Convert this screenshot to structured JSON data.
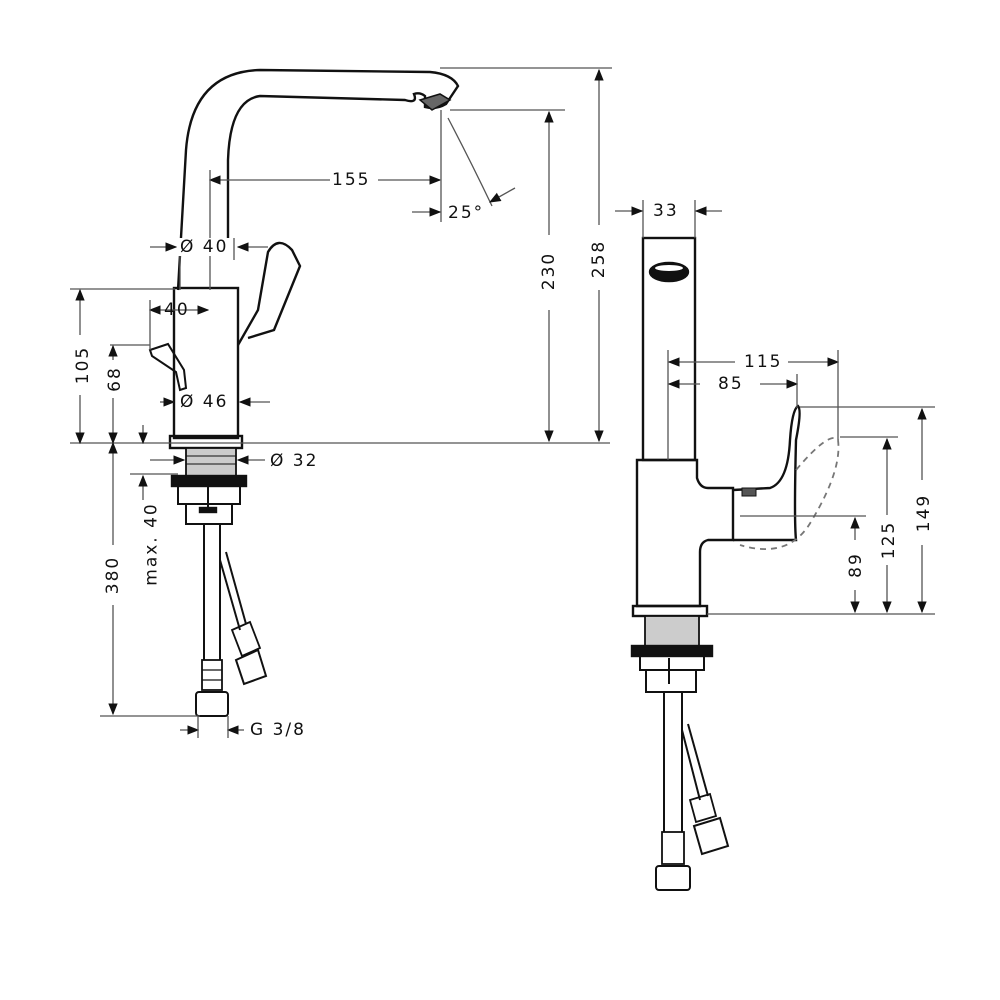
{
  "diagram": {
    "type": "technical-dimension-drawing",
    "subject": "single-lever basin mixer tap",
    "views": [
      "side-view",
      "front-view"
    ],
    "colors": {
      "line": "#111111",
      "dim_line": "#555555",
      "background": "#ffffff",
      "pipe_fill": "#bbbbbb"
    }
  },
  "side_view": {
    "dims": {
      "spout_reach": "155",
      "spray_angle": "25°",
      "spout_dia": "Ø 40",
      "body_offset": "40",
      "lever_height": "68",
      "body_height": "105",
      "body_dia": "Ø 46",
      "shank_dia": "Ø 32",
      "max_deck": "max. 40",
      "hose_length": "380",
      "hose_thread": "G 3/8",
      "spout_height": "230",
      "total_height": "258"
    }
  },
  "front_view": {
    "dims": {
      "spout_width": "33",
      "lever_reach_max": "115",
      "lever_reach": "85",
      "lever_height_low": "89",
      "lever_height_mid": "125",
      "lever_height_max": "149"
    }
  }
}
